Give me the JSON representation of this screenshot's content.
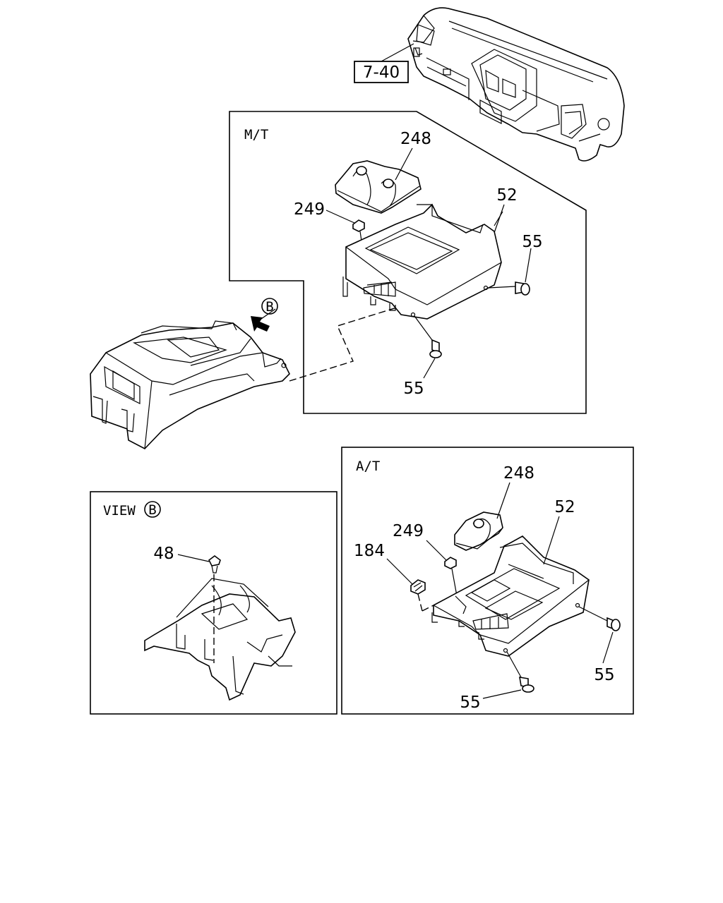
{
  "ref_box": "7-40",
  "panels": {
    "mt": {
      "title": "M/T"
    },
    "at": {
      "title": "A/T"
    },
    "view": {
      "title": "VIEW",
      "letter": "B"
    }
  },
  "view_marker": "B",
  "callouts": {
    "mt_248": "248",
    "mt_249": "249",
    "mt_52": "52",
    "mt_55_right": "55",
    "mt_55_bottom": "55",
    "view_48": "48",
    "at_248": "248",
    "at_52": "52",
    "at_249": "249",
    "at_184": "184",
    "at_55_right": "55",
    "at_55_bottom": "55"
  }
}
